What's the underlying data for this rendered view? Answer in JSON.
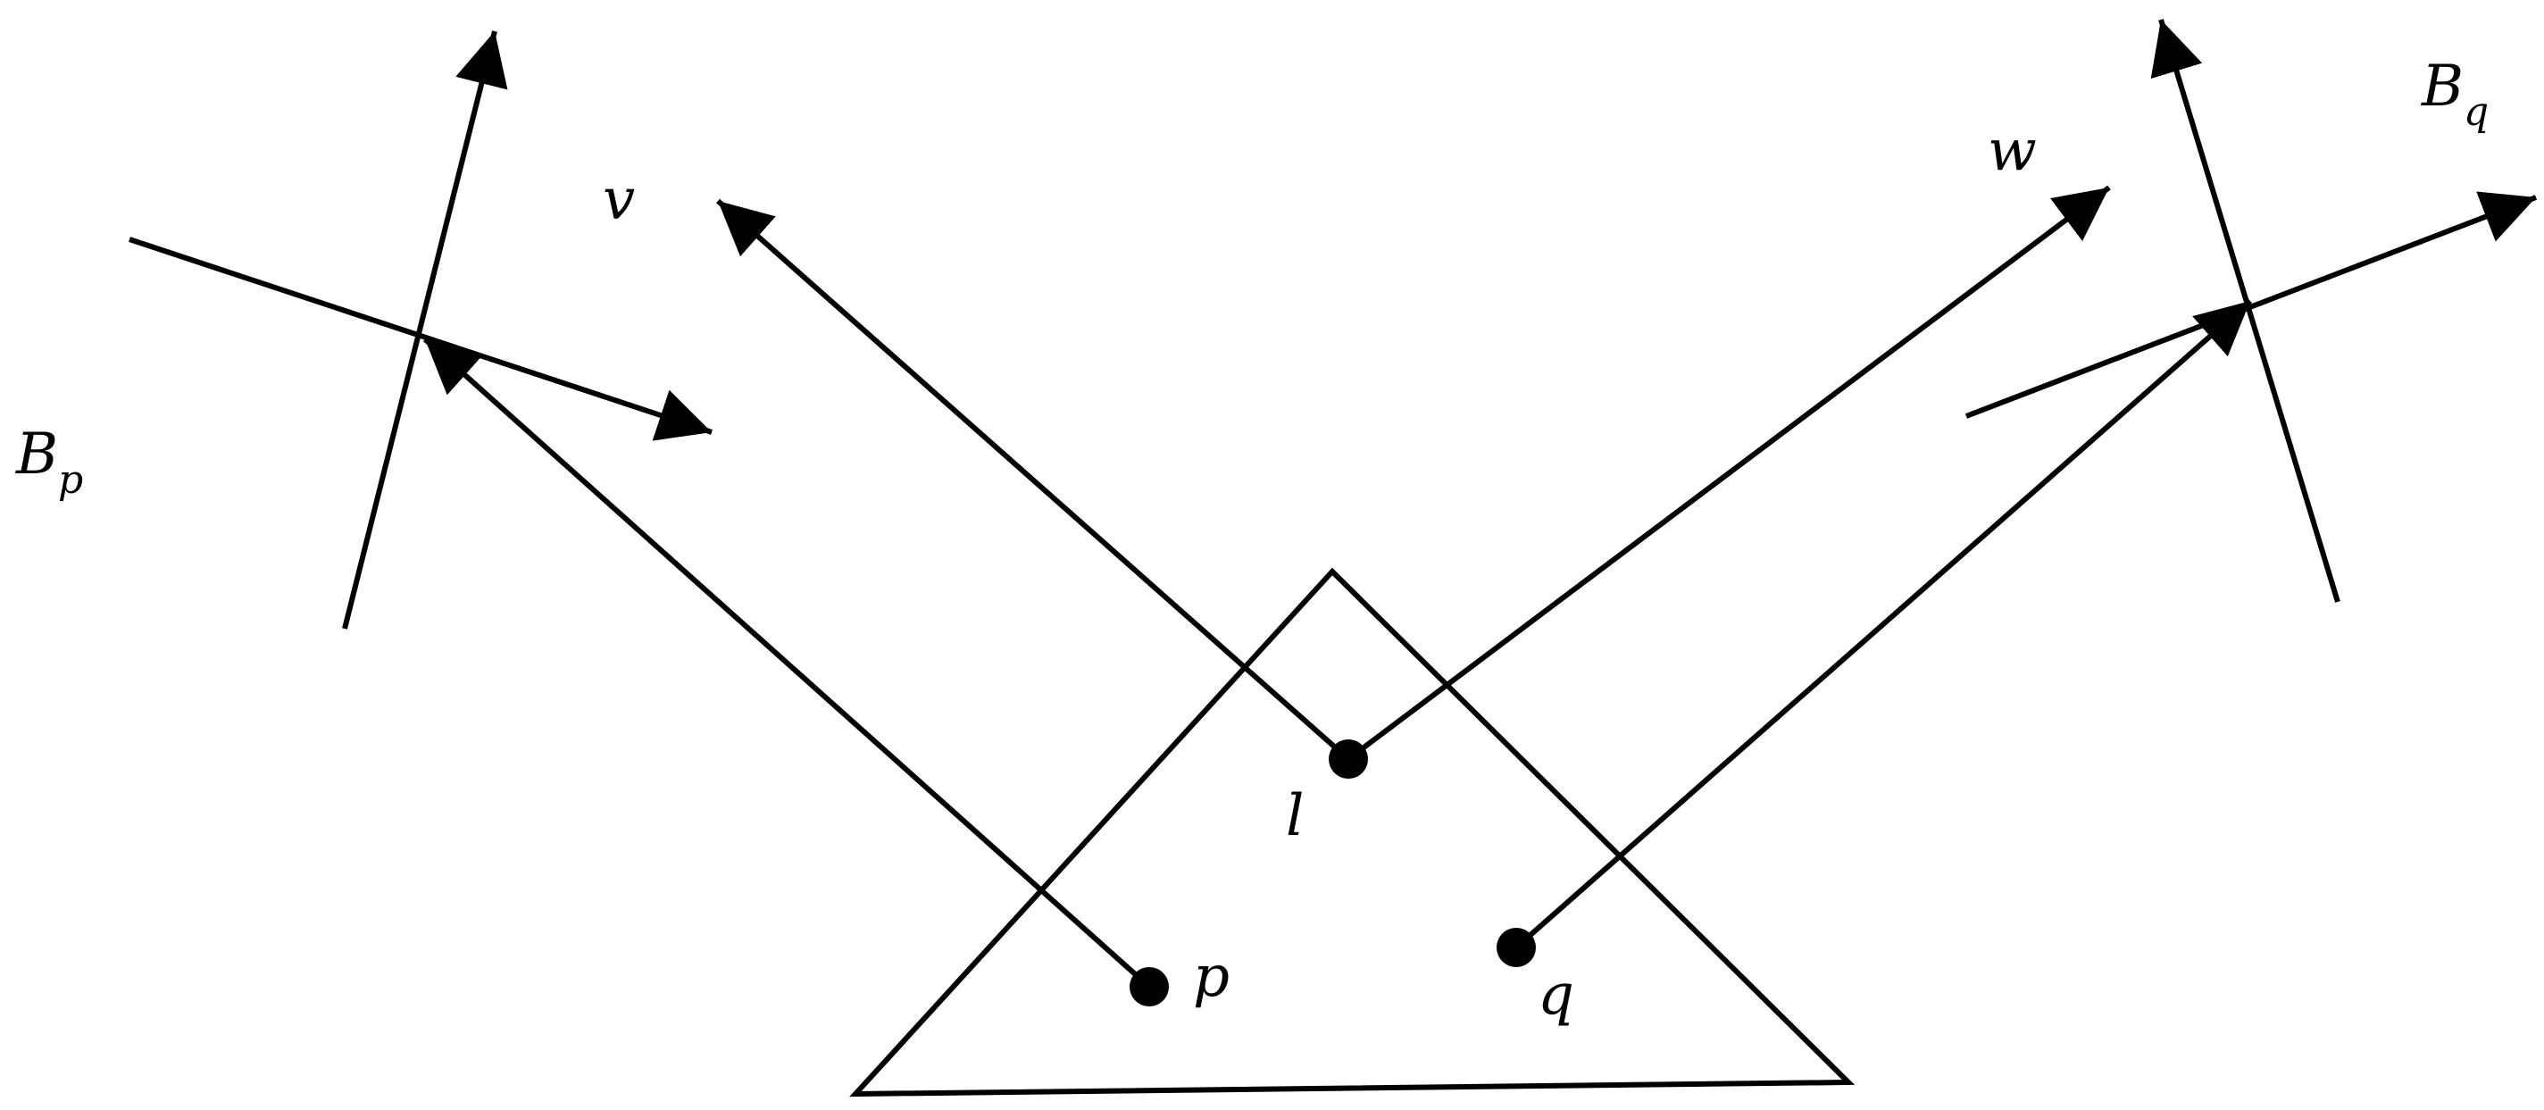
{
  "colors": {
    "stroke": "#000000",
    "background": "#ffffff"
  },
  "labels": {
    "bp_main": "B",
    "bp_sub": "p",
    "bq_main": "B",
    "bq_sub": "q",
    "v": "v",
    "w": "w",
    "l": "l",
    "p": "p",
    "q": "q"
  }
}
